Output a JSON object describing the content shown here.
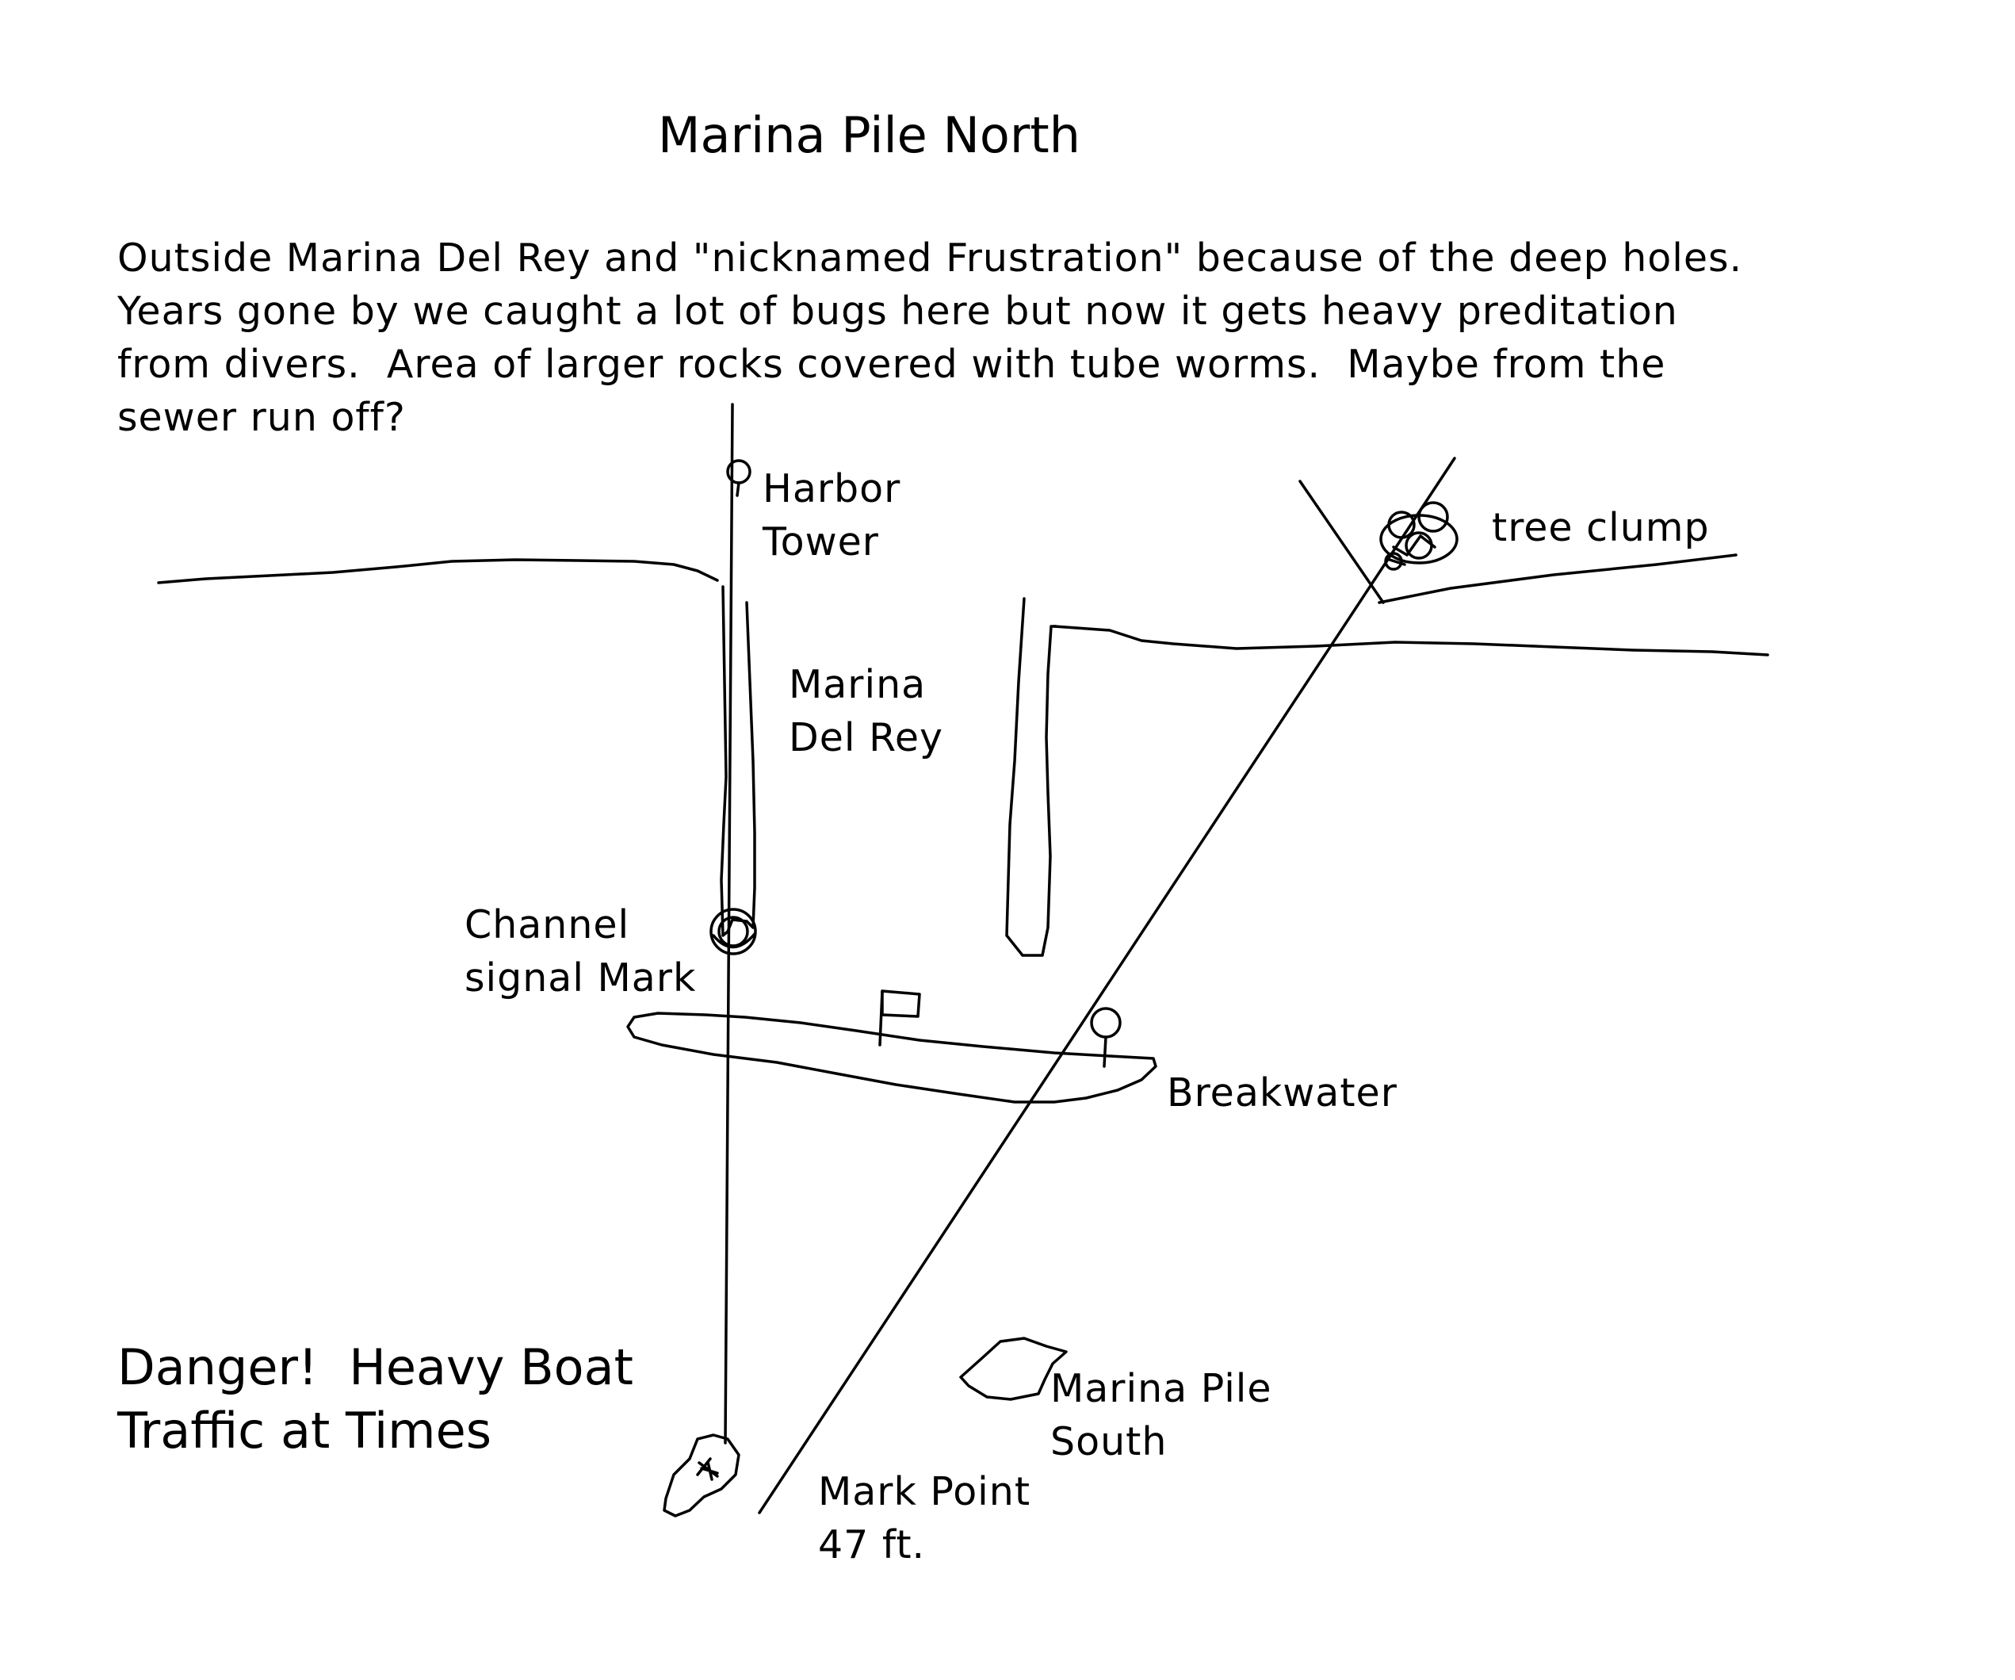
{
  "title": "Marina Pile North",
  "description": [
    "Outside Marina Del Rey and \"nicknamed Frustration\" because of the deep holes.",
    "Years gone by we caught a lot of bugs here but now it gets heavy preditation",
    "from divers.  Area of larger rocks covered with tube worms.  Maybe from the",
    "sewer run off?"
  ],
  "labels": {
    "harbor_tower": [
      "Harbor",
      "Tower"
    ],
    "tree_clump": "tree clump",
    "marina_del_rey": [
      "Marina",
      "Del Rey"
    ],
    "channel_signal_mark": [
      "Channel",
      "signal Mark"
    ],
    "breakwater": "Breakwater",
    "marina_pile_south": [
      "Marina Pile",
      "South"
    ],
    "mark_point": [
      "Mark Point",
      "47 ft."
    ]
  },
  "warning": [
    "Danger!  Heavy Boat",
    "Traffic at Times"
  ],
  "colors": {
    "ink": "#000000",
    "paper": "#ffffff"
  },
  "icons": [
    "tower-marker-icon",
    "tree-clump-icon",
    "channel-buoy-icon",
    "flag-icon",
    "tree-icon",
    "flip-flop-icon"
  ]
}
